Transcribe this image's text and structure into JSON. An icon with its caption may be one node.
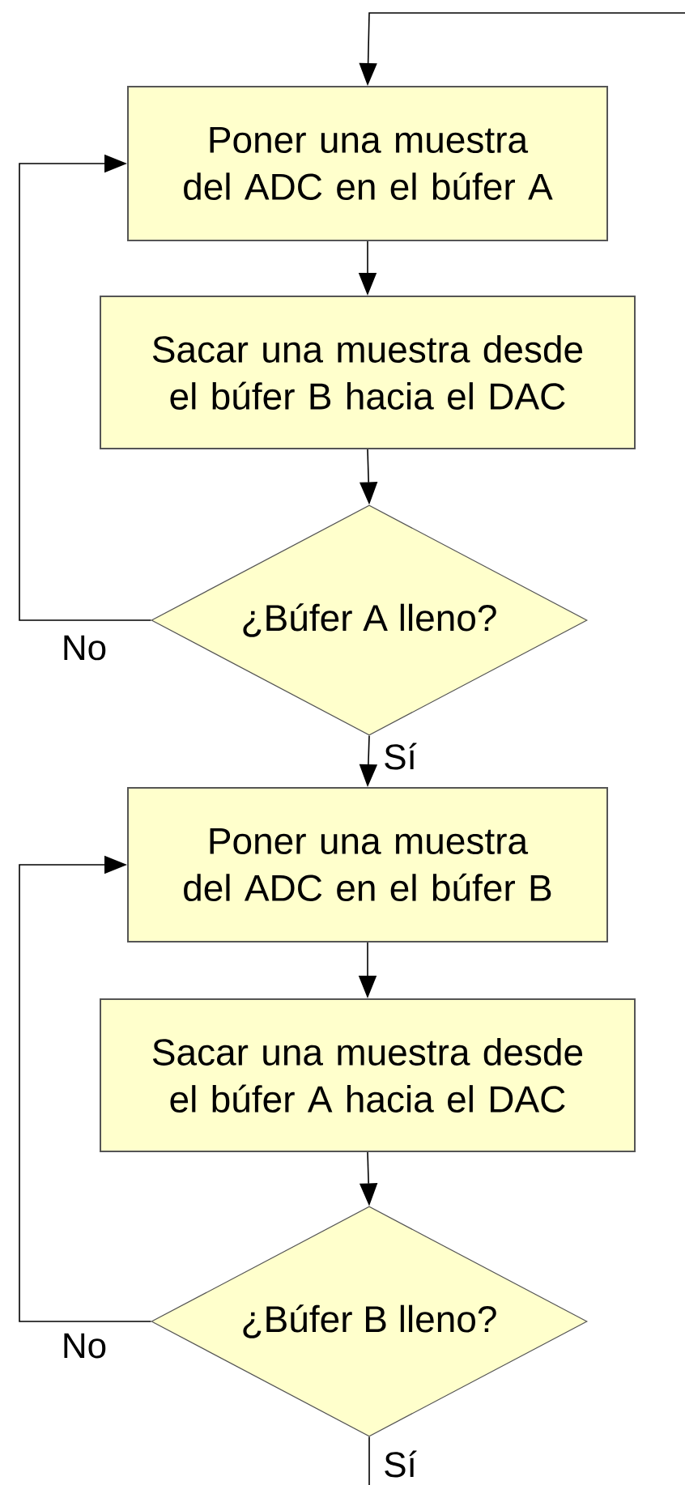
{
  "diagram": {
    "nodes": [
      {
        "text": [
          "Poner una muestra del ADC en el búfer A"
        ]
      },
      {
        "text": [
          "Sacar una muestra desde el búfer B hacia el DAC"
        ]
      },
      {
        "text": [
          "¿Búfer A lleno?"
        ]
      },
      {
        "text": [
          "Poner una muestra del ADC en el búfer B"
        ]
      },
      {
        "text": [
          "Sacar una muestra desde el búfer A hacia el DAC"
        ]
      },
      {
        "text": [
          "¿Búfer B lleno?"
        ]
      }
    ],
    "edges": [
      {
        "from": null,
        "to": 0,
        "arrow": "to"
      },
      {
        "from": 0,
        "to": 1,
        "arrow": "to"
      },
      {
        "from": 1,
        "to": 2,
        "arrow": "to"
      },
      {
        "from": 2,
        "to": 0,
        "arrow": "to",
        "label": "No"
      },
      {
        "from": 2,
        "to": 3,
        "arrow": "to",
        "label": "Sí"
      },
      {
        "from": 3,
        "to": 4,
        "arrow": "to"
      },
      {
        "from": 4,
        "to": 5,
        "arrow": "to"
      },
      {
        "from": 5,
        "to": 3,
        "arrow": "to",
        "label": "No"
      },
      {
        "from": 5,
        "to": null,
        "arrow": "none",
        "label": "Sí"
      }
    ]
  }
}
